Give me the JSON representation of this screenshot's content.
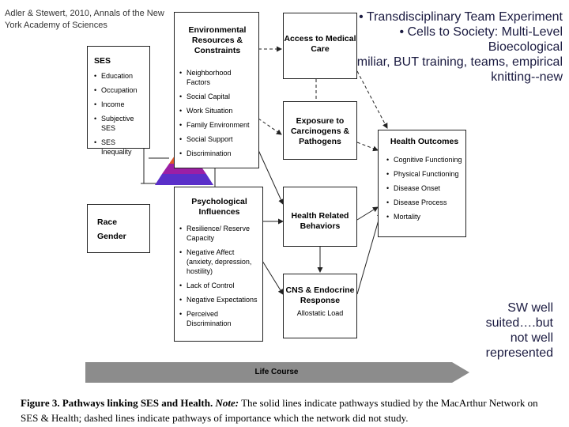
{
  "citation": "Adler & Stewert, 2010, Annals of the New York Academy of Sciences",
  "slide_bullets": [
    "Transdisciplinary Team Experiment",
    "Cells to Society: Multi-Level Bioecological",
    "Familiar, BUT training, teams, empirical knitting--new"
  ],
  "sw_note": "SW well suited….but not well represented",
  "boxes": {
    "ses": {
      "title": "SES",
      "items": [
        "Education",
        "Occupation",
        "Income",
        "Subjective SES",
        "SES Inequality"
      ]
    },
    "race": {
      "line1": "Race",
      "line2": "Gender"
    },
    "env": {
      "title": "Environmental Resources & Constraints",
      "items": [
        "Neighborhood Factors",
        "Social Capital",
        "Work Situation",
        "Family Environment",
        "Social Support",
        "Discrimination"
      ]
    },
    "psych": {
      "title": "Psychological Influences",
      "items": [
        "Resilience/ Reserve Capacity",
        "Negative Affect (anxiety, depression, hostility)",
        "Lack of Control",
        "Negative Expectations",
        "Perceived Discrimination"
      ]
    },
    "access": {
      "title": "Access to Medical Care"
    },
    "exposure": {
      "title": "Exposure to Carcinogens & Pathogens"
    },
    "behaviors": {
      "title": "Health Related Behaviors"
    },
    "cns": {
      "title": "CNS & Endocrine Response",
      "sub": "Allostatic Load"
    },
    "outcomes": {
      "title": "Health Outcomes",
      "items": [
        "Cognitive Functioning",
        "Physical Functioning",
        "Disease Onset",
        "Disease Process",
        "Mortality"
      ]
    }
  },
  "life_course": "Life Course",
  "caption": {
    "label": "Figure 3.",
    "title": "Pathways linking SES and Health.",
    "note_label": "Note:",
    "text": "The solid lines indicate pathways studied by the MacArthur Network on SES & Health; dashed lines indicate pathways of importance which the network did not study."
  },
  "colors": {
    "arrow_fill": "#8c8c8c",
    "pyramid_top": "#d9272e",
    "pyramid_mid": "#9b1fa5",
    "pyramid_bottom": "#5a2fc9",
    "slide_text": "#1a1a40"
  }
}
